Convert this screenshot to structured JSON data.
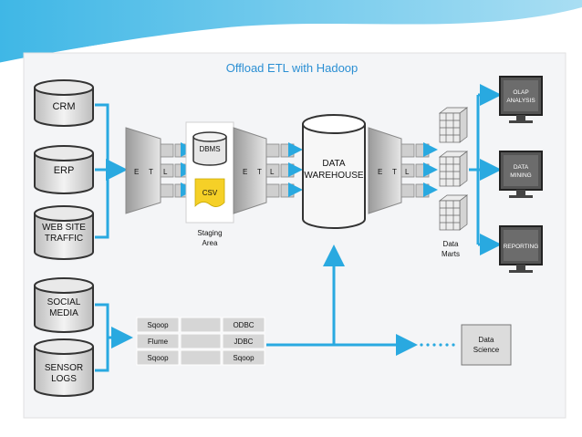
{
  "title": "Offload ETL with Hadoop",
  "sources": {
    "crm": "CRM",
    "erp": "ERP",
    "web_line1": "WEB SITE",
    "web_line2": "TRAFFIC",
    "social_line1": "SOCIAL",
    "social_line2": "MEDIA",
    "sensor_line1": "SENSOR",
    "sensor_line2": "LOGS"
  },
  "etl": {
    "e": "E",
    "t": "T",
    "l": "L"
  },
  "staging": {
    "dbms": "DBMS",
    "csv": "CSV",
    "label_line1": "Staging",
    "label_line2": "Area"
  },
  "warehouse": {
    "line1": "DATA",
    "line2": "WAREHOUSE"
  },
  "data_marts": {
    "line1": "Data",
    "line2": "Marts"
  },
  "outputs": {
    "olap_line1": "OLAP",
    "olap_line2": "ANALYSIS",
    "mining_line1": "DATA",
    "mining_line2": "MINING",
    "reporting": "REPORTING"
  },
  "tools": {
    "row1_left": "Sqoop",
    "row1_right": "ODBC",
    "row2_left": "Flume",
    "row2_right": "JDBC",
    "row3_left": "Sqoop",
    "row3_right": "Sqoop"
  },
  "data_science": {
    "line1": "Data",
    "line2": "Science"
  },
  "colors": {
    "accent": "#29a9e0",
    "title": "#2b8fd3",
    "gray_fill": "#d8d8d8",
    "dark": "#333333",
    "csv_yellow": "#f5d027"
  }
}
